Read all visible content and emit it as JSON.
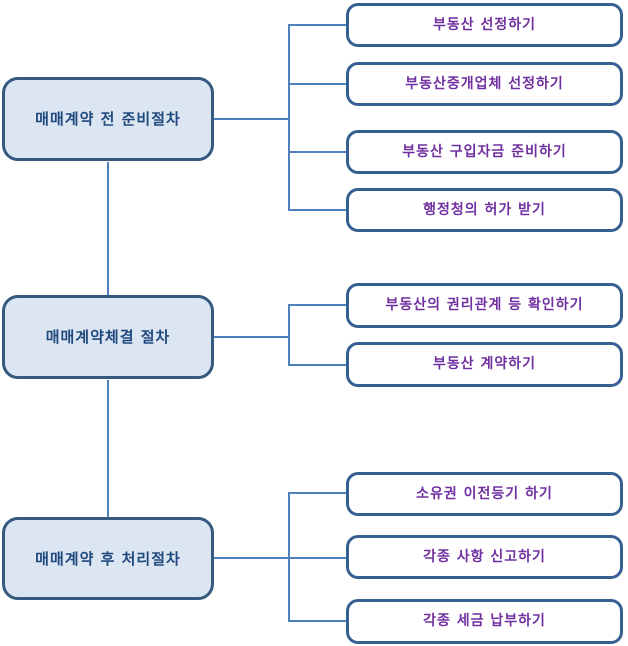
{
  "diagram": {
    "stages": [
      {
        "label": "매매계약 전 준비절차",
        "steps": [
          {
            "label": "부동산 선정하기"
          },
          {
            "label": "부동산중개업체 선정하기"
          },
          {
            "label": "부동산 구입자금 준비하기"
          },
          {
            "label": "행정청의 허가 받기"
          }
        ]
      },
      {
        "label": "매매계약체결 절차",
        "steps": [
          {
            "label": "부동산의 권리관계 등 확인하기"
          },
          {
            "label": "부동산 계약하기"
          }
        ]
      },
      {
        "label": "매매계약 후 처리절차",
        "steps": [
          {
            "label": "소유권 이전등기 하기"
          },
          {
            "label": "각종 사항 신고하기"
          },
          {
            "label": "각종 세금 납부하기"
          }
        ]
      }
    ],
    "colors": {
      "stage_fill": "#dce6f2",
      "stage_border": "#36597e",
      "stage_text": "#1f497d",
      "step_fill": "#ffffff",
      "step_border": "#376092",
      "step_text": "#7030a0",
      "connector_line": "#4f81bd",
      "background": "#ffffff"
    }
  }
}
